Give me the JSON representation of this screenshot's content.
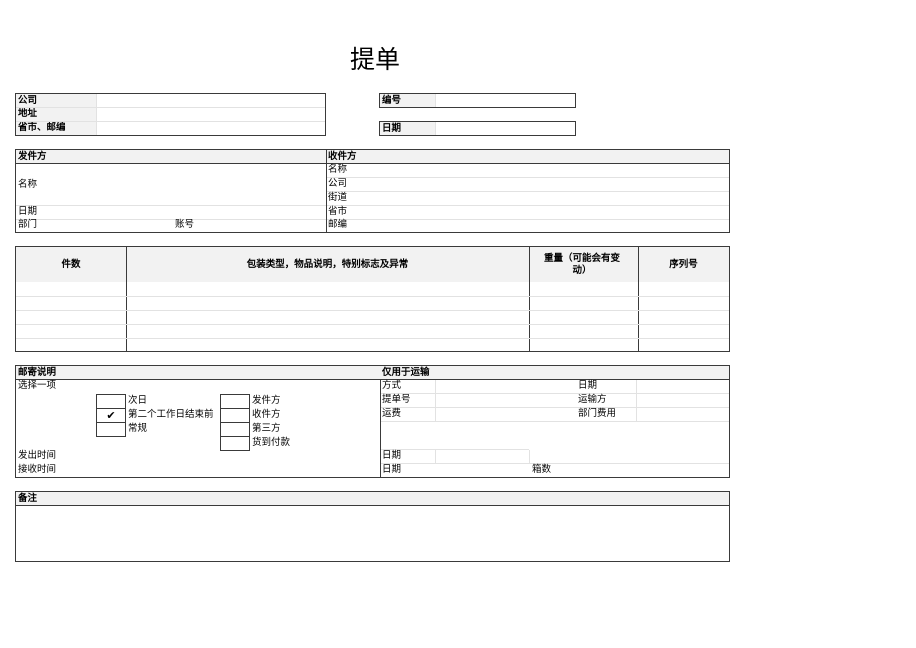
{
  "title": "提单",
  "company_block": {
    "rows": [
      {
        "label": "公司",
        "value": ""
      },
      {
        "label": "地址",
        "value": ""
      },
      {
        "label": "省市、邮编",
        "value": ""
      }
    ]
  },
  "number_block": {
    "label": "编号",
    "value": ""
  },
  "date_block": {
    "label": "日期",
    "value": ""
  },
  "sender": {
    "header": "发件方",
    "name_label": "名称",
    "date_label": "日期",
    "department_label": "部门",
    "account_label": "账号"
  },
  "receiver": {
    "header": "收件方",
    "fields": [
      "名称",
      "公司",
      "街道",
      "省市",
      "邮编"
    ]
  },
  "items_table": {
    "columns": [
      "件数",
      "包装类型，物品说明，特别标志及异常",
      "重量（可能会有变动）",
      "序列号"
    ],
    "rows": [
      [
        "",
        "",
        "",
        ""
      ],
      [
        "",
        "",
        "",
        ""
      ],
      [
        "",
        "",
        "",
        ""
      ],
      [
        "",
        "",
        "",
        ""
      ],
      [
        "",
        "",
        "",
        ""
      ]
    ]
  },
  "mailing": {
    "header": "邮寄说明",
    "choose_label": "选择一项",
    "service_options": [
      {
        "label": "次日",
        "checked": false,
        "mark": ""
      },
      {
        "label": "第二个工作日结束前",
        "checked": true,
        "mark": "✔"
      },
      {
        "label": "常规",
        "checked": false,
        "mark": ""
      }
    ],
    "payer_options": [
      {
        "label": "发件方",
        "checked": false,
        "mark": ""
      },
      {
        "label": "收件方",
        "checked": false,
        "mark": ""
      },
      {
        "label": "第三方",
        "checked": false,
        "mark": ""
      },
      {
        "label": "货到付款",
        "checked": false,
        "mark": ""
      }
    ],
    "sent_time_label": "发出时间",
    "received_time_label": "接收时间"
  },
  "shipping": {
    "header": "仅用于运输",
    "method_label": "方式",
    "bill_number_label": "提单号",
    "freight_label": "运费",
    "date_label": "日期",
    "carrier_label": "运输方",
    "department_fee_label": "部门费用",
    "date2_label": "日期",
    "date3_label": "日期",
    "boxes_label": "箱数"
  },
  "remarks": {
    "header": "备注",
    "value": ""
  }
}
